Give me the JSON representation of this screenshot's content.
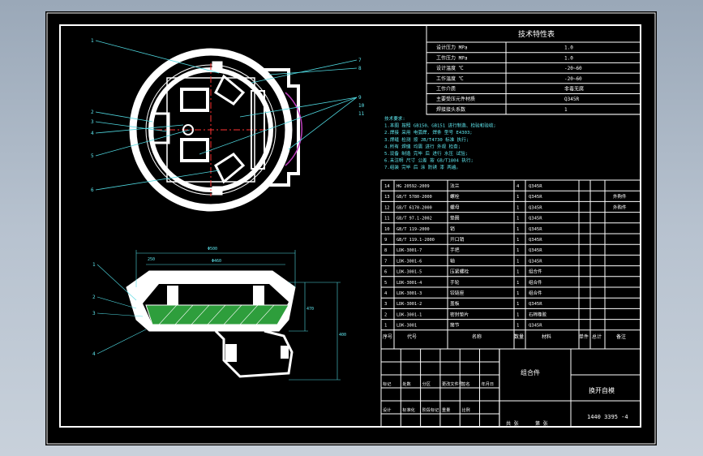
{
  "colors": {
    "outer_bg": "#b7c2cf",
    "canvas": "#000000",
    "line": "#ffffff",
    "leader": "#4fd8e0",
    "hatch": "#39b54a",
    "red_center": "#ff3333"
  },
  "title_block": {
    "drawing_name": "换开自模",
    "assembly": "组合件",
    "drawing_no": "1440 3395 -4",
    "bottom_labels": [
      "标记",
      "处数",
      "分区",
      "更改文件号",
      "签名",
      "年月日"
    ],
    "bottom_row2": [
      "设计",
      "标准化",
      "阶段标记",
      "重量",
      "比例"
    ],
    "footer": [
      "共 张",
      "第 张"
    ]
  },
  "spec_table": {
    "title": "技术特性表",
    "rows": [
      {
        "k": "设计压力 MPa",
        "v": "1.0"
      },
      {
        "k": "工作压力 MPa",
        "v": "1.0"
      },
      {
        "k": "设计温度 ℃",
        "v": "-20~60"
      },
      {
        "k": "工作温度 ℃",
        "v": "-20~60"
      },
      {
        "k": "工作介质",
        "v": "非毒无腐"
      },
      {
        "k": "主要受压元件材质",
        "v": "Q345R"
      },
      {
        "k": "焊接接头系数",
        "v": "1"
      }
    ]
  },
  "tech_notes": [
    "技术要求:",
    "1.本图 按照 GB150、GB151 进行制造、检验和验收;",
    "2.焊接 采用 电弧焊, 焊条 型号 E4303;",
    "3.焊缝 检测 按 JB/T4730 标准 执行;",
    "4.所有 焊缝 均需 进行 外观 检查;",
    "5.设备 制造 完毕 后 进行 水压 试验;",
    "6.未注明 尺寸 公差 按 GB/T1804 执行;",
    "7.组装 完毕 后 涂 防锈 漆 两遍。"
  ],
  "parts_list": {
    "headers": [
      "序号",
      "代号",
      "名称",
      "数量",
      "材料",
      "单件",
      "总计",
      "备注"
    ],
    "rows": [
      {
        "no": "14",
        "code": "HG 20592-2009",
        "name": "法兰",
        "qty": "4",
        "mat": "Q345R",
        "note": ""
      },
      {
        "no": "13",
        "code": "GB/T 5780-2000",
        "name": "螺栓",
        "qty": "1",
        "mat": "Q345R",
        "note": "外购件"
      },
      {
        "no": "12",
        "code": "GB/T 6170-2000",
        "name": "螺母",
        "qty": "1",
        "mat": "Q345R",
        "note": "外购件"
      },
      {
        "no": "11",
        "code": "GB/T 97.1-2002",
        "name": "垫圈",
        "qty": "1",
        "mat": "Q345R",
        "note": ""
      },
      {
        "no": "10",
        "code": "GB/T 119-2000",
        "name": "销",
        "qty": "1",
        "mat": "Q345R",
        "note": ""
      },
      {
        "no": "9",
        "code": "GB/T 119.1-2000",
        "name": "开口销",
        "qty": "1",
        "mat": "Q345R",
        "note": ""
      },
      {
        "no": "8",
        "code": "LDK-3001-7",
        "name": "手把",
        "qty": "1",
        "mat": "Q345R",
        "note": ""
      },
      {
        "no": "7",
        "code": "LDK-3001-6",
        "name": "轴",
        "qty": "1",
        "mat": "Q345R",
        "note": ""
      },
      {
        "no": "6",
        "code": "LDK-3001-5",
        "name": "压紧螺栓",
        "qty": "1",
        "mat": "组合件",
        "note": ""
      },
      {
        "no": "5",
        "code": "LDK-3001-4",
        "name": "手轮",
        "qty": "1",
        "mat": "组合件",
        "note": ""
      },
      {
        "no": "4",
        "code": "LDK-3001-3",
        "name": "铰链座",
        "qty": "1",
        "mat": "组合件",
        "note": ""
      },
      {
        "no": "3",
        "code": "LDK-3001-2",
        "name": "盖板",
        "qty": "1",
        "mat": "Q345R",
        "note": ""
      },
      {
        "no": "2",
        "code": "LDK-3001-1",
        "name": "密封垫片",
        "qty": "1",
        "mat": "石棉橡胶",
        "note": ""
      },
      {
        "no": "1",
        "code": "LDK-3001",
        "name": "筒节",
        "qty": "1",
        "mat": "Q345R",
        "note": ""
      }
    ]
  },
  "callouts": {
    "top_view": [
      "1",
      "2",
      "3",
      "4",
      "5",
      "6",
      "7",
      "8",
      "9",
      "10",
      "11"
    ],
    "front_view": [
      "1",
      "2",
      "3",
      "4"
    ]
  },
  "dimensions": [
    "Φ500",
    "Φ460",
    "250",
    "470",
    "400"
  ]
}
